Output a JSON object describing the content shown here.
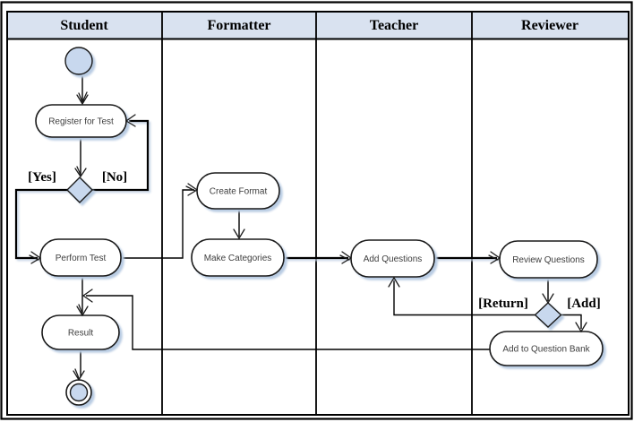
{
  "diagram_type": "UML activity diagram with swimlanes",
  "lanes": [
    {
      "label": "Student"
    },
    {
      "label": "Formatter"
    },
    {
      "label": "Teacher"
    },
    {
      "label": "Reviewer"
    }
  ],
  "nodes": {
    "register": "Register for Test",
    "perform": "Perform Test",
    "result": "Result",
    "create_format": "Create Format",
    "make_categories": "Make Categories",
    "add_questions": "Add Questions",
    "review_questions": "Review Questions",
    "add_to_bank": "Add to Question Bank"
  },
  "guards": {
    "yes": "[Yes]",
    "no": "[No]",
    "return": "[Return]",
    "add": "[Add]"
  },
  "colors": {
    "header_fill": "#d9e2f0",
    "shape_accent_fill": "#c8d8ee",
    "node_fill": "#ffffff",
    "shadow": "#b9cce3",
    "line": "#000000",
    "node_text": "#3d3d3d"
  }
}
